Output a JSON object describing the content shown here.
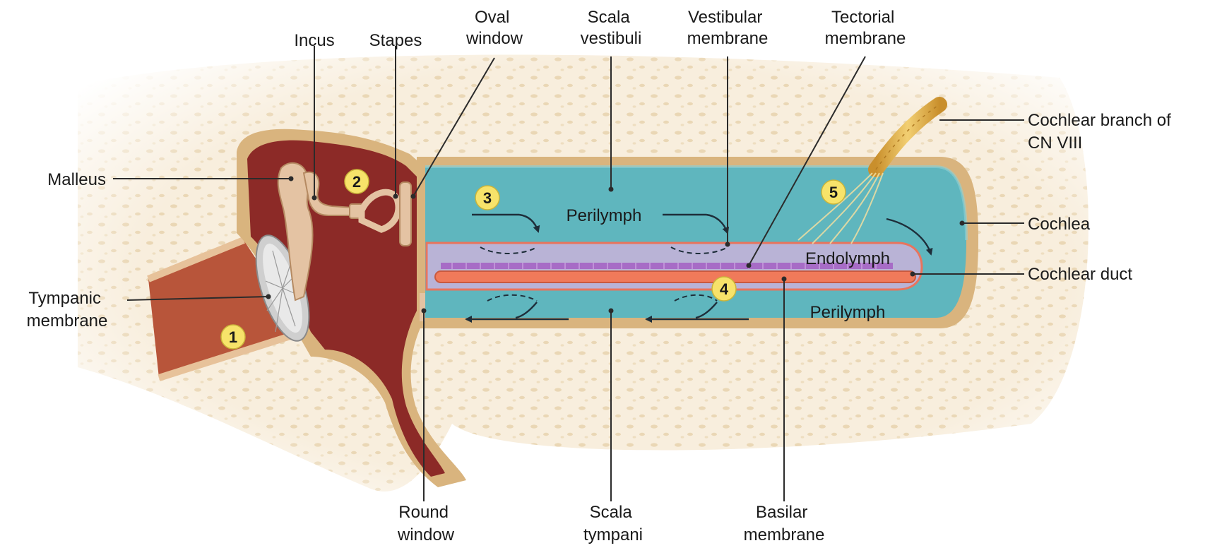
{
  "labels": {
    "incus": "Incus",
    "stapes": "Stapes",
    "oval_window": [
      "Oval",
      "window"
    ],
    "scala_vestibuli": [
      "Scala",
      "vestibuli"
    ],
    "vestibular_membrane": [
      "Vestibular",
      "membrane"
    ],
    "tectorial_membrane": [
      "Tectorial",
      "membrane"
    ],
    "cochlear_branch": [
      "Cochlear branch of",
      "CN VIII"
    ],
    "malleus": "Malleus",
    "cochlea": "Cochlea",
    "cochlear_duct": "Cochlear duct",
    "tympanic_membrane": [
      "Tympanic",
      "membrane"
    ],
    "round_window": [
      "Round",
      "window"
    ],
    "scala_tympani": [
      "Scala",
      "tympani"
    ],
    "basilar_membrane": [
      "Basilar",
      "membrane"
    ]
  },
  "inner_labels": {
    "perilymph_upper": "Perilymph",
    "endolymph": "Endolymph",
    "perilymph_lower": "Perilymph"
  },
  "steps": [
    "1",
    "2",
    "3",
    "4",
    "5"
  ],
  "colors": {
    "bone": "#f6ecd8",
    "bone_outline": "#c8a872",
    "middle_ear": "#8c2a27",
    "ear_canal": "#b8553a",
    "ossicles": "#e4c3a3",
    "scala_fill": "#5fb6be",
    "duct_fill": "#b9b3d6",
    "basilar": "#f07a5a",
    "tectorial": "#a76cc6",
    "nerve": "#e2b04a",
    "step_badge": "#f7e36a"
  }
}
